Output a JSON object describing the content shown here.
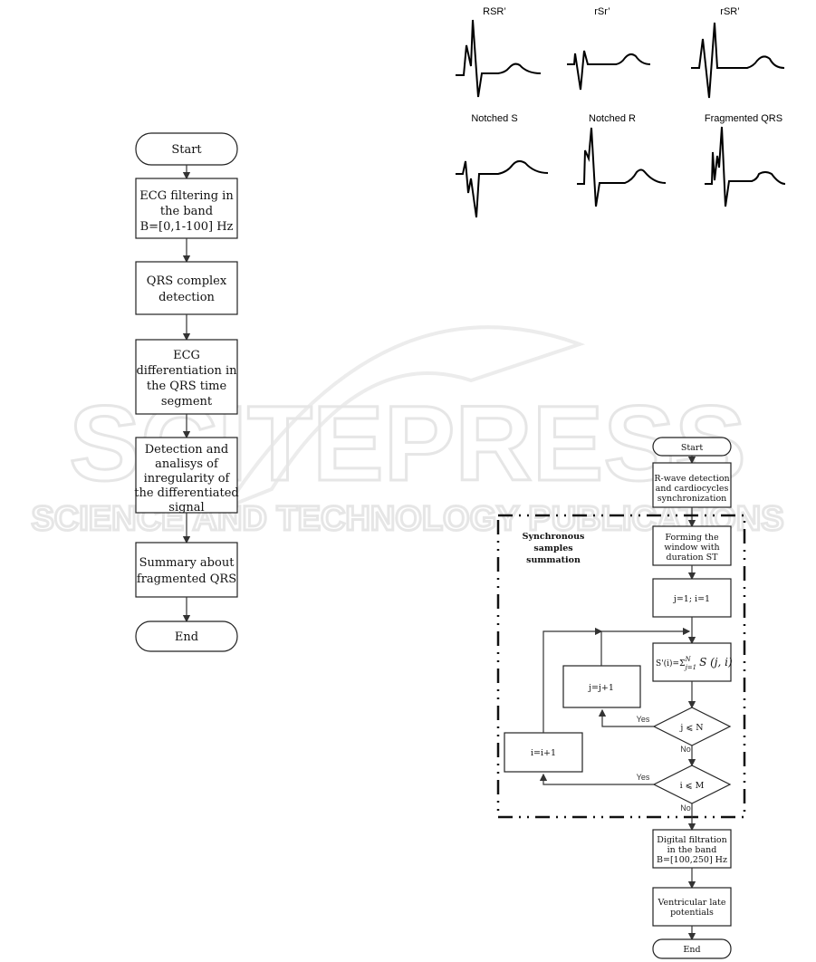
{
  "watermark": {
    "main": "SCITEPRESS",
    "sub": "SCIENCE AND TECHNOLOGY PUBLICATIONS"
  },
  "ecg_patterns": {
    "labels": [
      "RSR’",
      "rSr’",
      "rSR’",
      "Notched S",
      "Notched R",
      "Fragmented QRS"
    ]
  },
  "left_flowchart": {
    "start": "Start",
    "steps": [
      [
        "ECG filtering in",
        "the band",
        "B=[0,1-100] Hz"
      ],
      [
        "QRS complex",
        "detection"
      ],
      [
        "ECG",
        "differentiation in",
        "the QRS time",
        "segment"
      ],
      [
        "Detection and",
        "analisys of",
        "inregularity of",
        "the differentiated",
        "signal"
      ],
      [
        "Summary about",
        "fragmented QRS"
      ]
    ],
    "end": "End"
  },
  "right_flowchart": {
    "start": "Start",
    "rwave": [
      "R-wave detection",
      "and cardiocycles",
      "synchronization"
    ],
    "group_label": [
      "Synchronous",
      "samples",
      "summation"
    ],
    "forming": [
      "Forming the",
      "window with",
      "duration ST"
    ],
    "init": "j=1; i=1",
    "sum": "S'(i)=Σ",
    "sum_sup": "N",
    "sum_sub": "j=1",
    "sum_tail": "S (j, i)",
    "inc_j": "j=j+1",
    "inc_i": "i=i+1",
    "cond_j": "j ⩽ N",
    "cond_i": "i ⩽ M",
    "yes": "Yes",
    "no": "No",
    "filtration": [
      "Digital filtration",
      "in the band",
      "B=[100,250] Hz"
    ],
    "vlp": [
      "Ventricular late",
      "potentials"
    ],
    "end": "End"
  }
}
